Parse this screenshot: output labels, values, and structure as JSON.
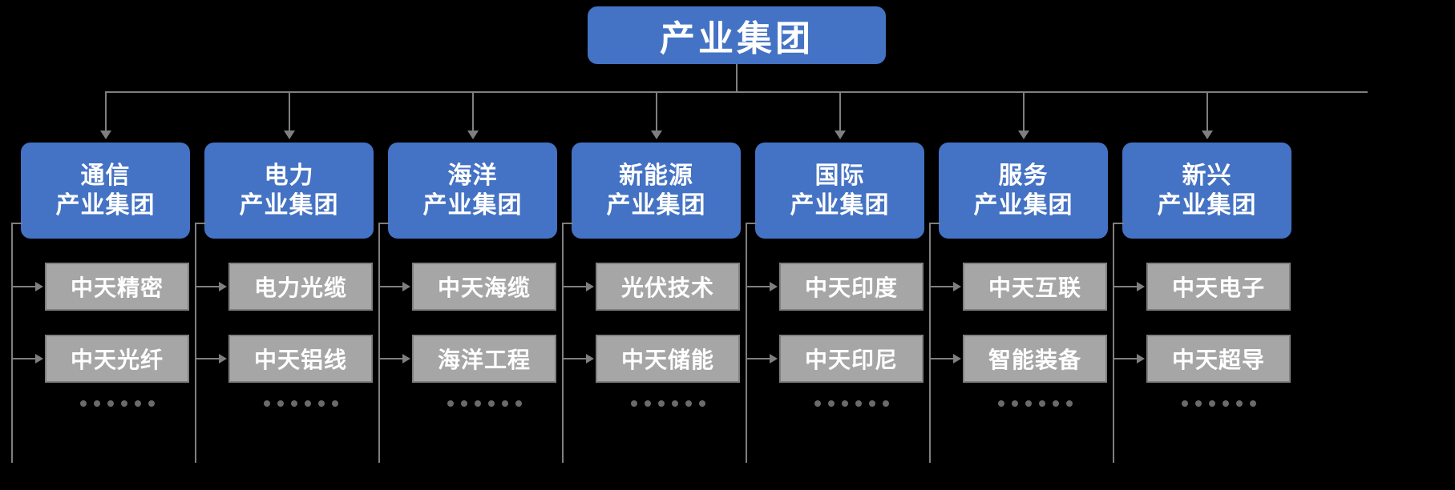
{
  "diagram": {
    "title": "产业集团",
    "group_suffix": "产业集团",
    "ellipsis_dot_count": 6,
    "colors": {
      "group_box": "#4472C4",
      "child_box": "#A6A6A6",
      "child_border": "#808080",
      "connector": "#7F7F7F",
      "background": "#000000",
      "text_on_group": "#FFFFFF",
      "text_on_child": "#FFFFFF"
    },
    "root": {
      "label": "产业集团"
    },
    "groups": [
      {
        "name": "通信",
        "suffix": "产业集团",
        "children": [
          "中天精密",
          "中天光纤"
        ],
        "more": "……"
      },
      {
        "name": "电力",
        "suffix": "产业集团",
        "children": [
          "电力光缆",
          "中天铝线"
        ],
        "more": "……"
      },
      {
        "name": "海洋",
        "suffix": "产业集团",
        "children": [
          "中天海缆",
          "海洋工程"
        ],
        "more": "……"
      },
      {
        "name": "新能源",
        "suffix": "产业集团",
        "children": [
          "光伏技术",
          "中天储能"
        ],
        "more": "……"
      },
      {
        "name": "国际",
        "suffix": "产业集团",
        "children": [
          "中天印度",
          "中天印尼"
        ],
        "more": "……"
      },
      {
        "name": "服务",
        "suffix": "产业集团",
        "children": [
          "中天互联",
          "智能装备"
        ],
        "more": "……"
      },
      {
        "name": "新兴",
        "suffix": "产业集团",
        "children": [
          "中天电子",
          "中天超导"
        ],
        "more": "……"
      }
    ]
  }
}
